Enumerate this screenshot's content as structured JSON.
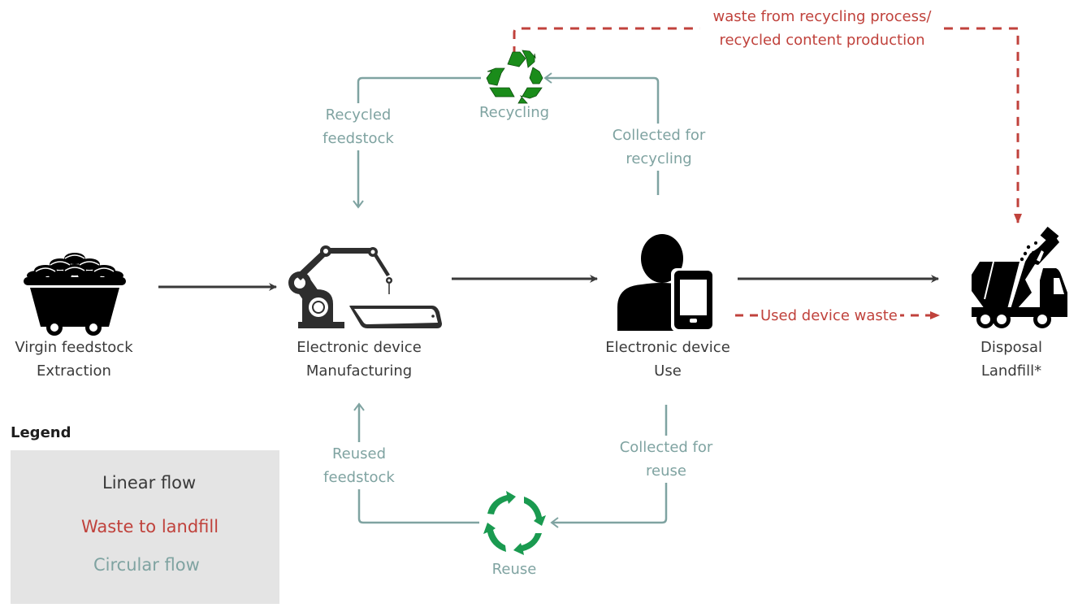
{
  "nodes": {
    "extraction": {
      "line1": "Virgin feedstock",
      "line2": "Extraction",
      "icon": "mine-cart-icon"
    },
    "manufacturing": {
      "line1": "Electronic device",
      "line2": "Manufacturing",
      "icon": "robot-arm-icon"
    },
    "use": {
      "line1": "Electronic device",
      "line2": "Use",
      "icon": "person-phone-icon"
    },
    "disposal": {
      "line1": "Disposal",
      "line2": "Landfill*",
      "icon": "garbage-truck-icon"
    },
    "recycling": {
      "label": "Recycling",
      "icon": "recycle-icon"
    },
    "reuse": {
      "label": "Reuse",
      "icon": "reuse-cycle-icon"
    }
  },
  "flows": {
    "recycled_feedstock": {
      "line1": "Recycled",
      "line2": "feedstock"
    },
    "collected_recycling": {
      "line1": "Collected for",
      "line2": "recycling"
    },
    "reused_feedstock": {
      "line1": "Reused",
      "line2": "feedstock"
    },
    "collected_reuse": {
      "line1": "Collected for",
      "line2": "reuse"
    },
    "used_device_waste": {
      "label": "Used device waste"
    },
    "recycling_waste": {
      "line1": "waste from recycling process/",
      "line2": "recycled content production"
    }
  },
  "legend": {
    "title": "Legend",
    "items": [
      {
        "label": "Linear flow",
        "type": "linear"
      },
      {
        "label": "Waste to landfill",
        "type": "waste"
      },
      {
        "label": "Circular flow",
        "type": "circular"
      }
    ]
  },
  "colors": {
    "linear": "#3a3a3a",
    "waste": "#c0423c",
    "circular": "#7fa3a1",
    "recycle_green": "#1a8c1a",
    "reuse_green": "#1a9a50",
    "legend_bg": "#e4e4e4"
  }
}
